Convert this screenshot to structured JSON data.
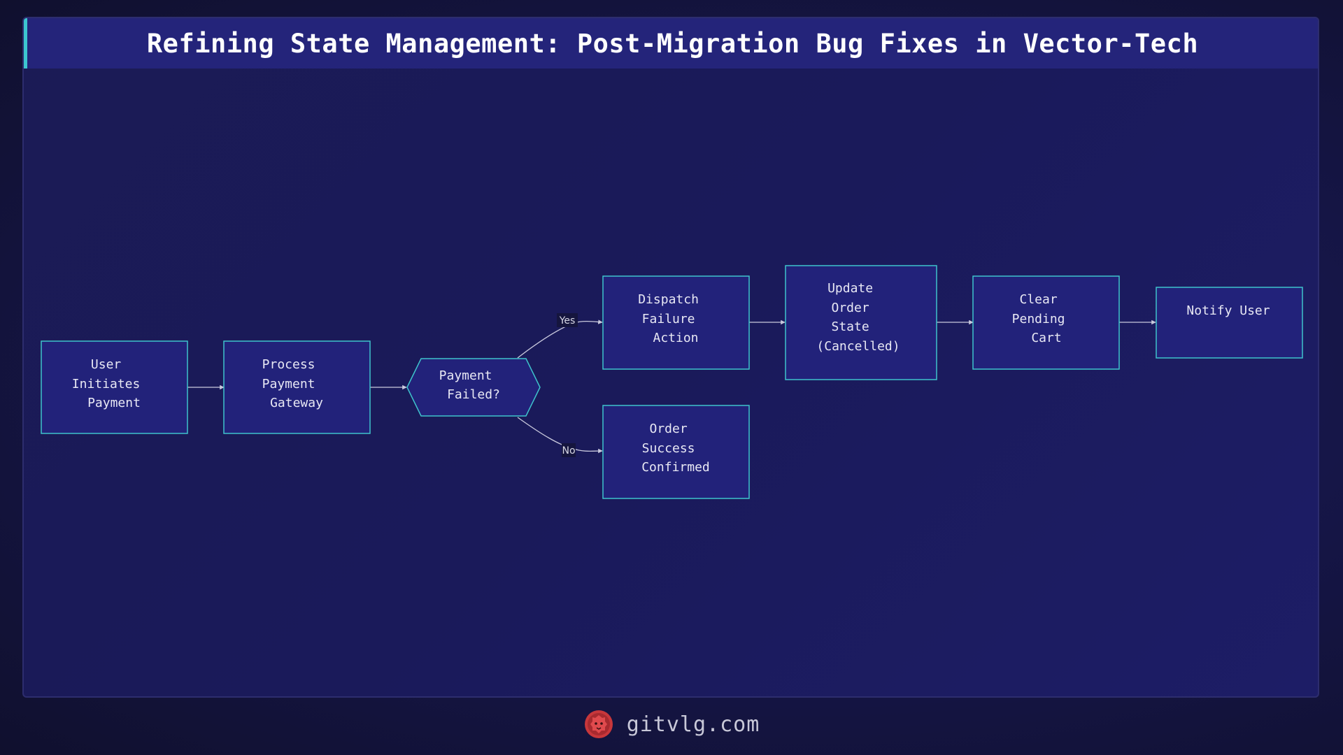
{
  "header": {
    "title": "Refining State Management: Post-Migration Bug Fixes in Vector-Tech"
  },
  "diagram": {
    "nodes": {
      "user_initiates": [
        "User",
        "Initiates",
        "Payment"
      ],
      "process_gateway": [
        "Process",
        "Payment",
        "Gateway"
      ],
      "payment_failed": [
        "Payment",
        "Failed?"
      ],
      "dispatch_failure": [
        "Dispatch",
        "Failure",
        "Action"
      ],
      "update_order": [
        "Update",
        "Order",
        "State",
        "(Cancelled)"
      ],
      "clear_cart": [
        "Clear",
        "Pending",
        "Cart"
      ],
      "notify_user": [
        "Notify User"
      ],
      "order_success": [
        "Order",
        "Success",
        "Confirmed"
      ]
    },
    "edge_labels": {
      "yes": "Yes",
      "no": "No"
    }
  },
  "footer": {
    "site": "gitvlg.com",
    "logo_icon": "lion-head-icon"
  },
  "colors": {
    "background": "#151545",
    "header_bg": "#24247a",
    "accent": "#3cc6cf",
    "node_fill": "#22227a",
    "node_stroke": "#3ec3cc",
    "logo": "#c8373b"
  }
}
